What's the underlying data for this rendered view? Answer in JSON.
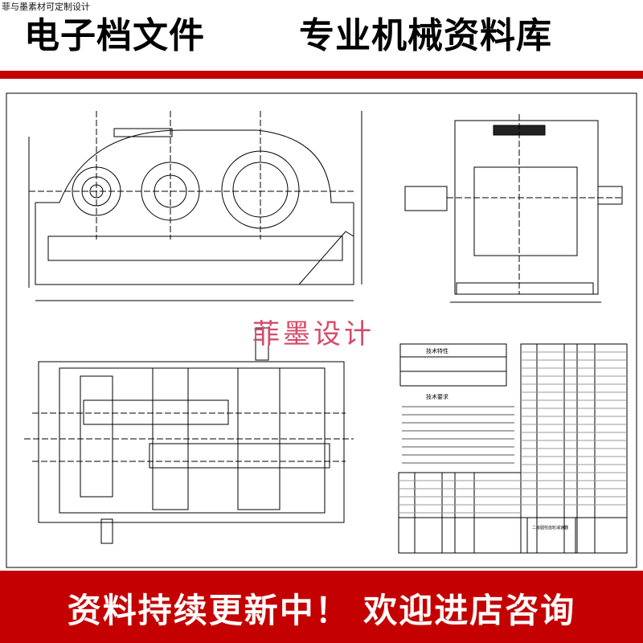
{
  "header": {
    "corner_tag": "菲与墨素材可定制设计",
    "left_title": "电子档文件",
    "right_title": "专业机械资料库"
  },
  "drawing": {
    "watermark": "菲墨设计",
    "tech_characteristics_title": "技术特性",
    "tech_requirements_title": "技术要求",
    "title_block_name": "二级圆柱齿轮减速器"
  },
  "footer": {
    "text": "资料持续更新中！ 欢迎进店咨询"
  },
  "colors": {
    "banner_red": "#c40000",
    "watermark": "#d44b6a"
  }
}
